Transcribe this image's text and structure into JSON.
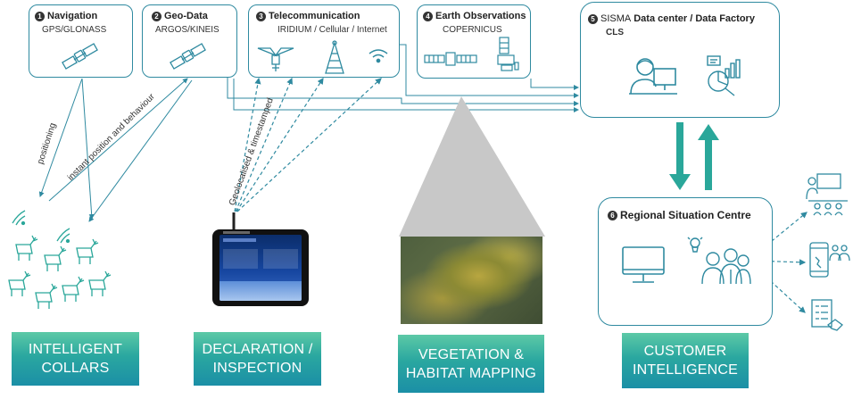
{
  "boxes": {
    "nav": {
      "num": "1",
      "title": "Navigation",
      "sub": "GPS/GLONASS"
    },
    "geo": {
      "num": "2",
      "title": "Geo-Data",
      "sub": "ARGOS/KINEIS"
    },
    "tele": {
      "num": "3",
      "title": "Telecommunication",
      "sub": "IRIDIUM / Cellular / Internet"
    },
    "eo": {
      "num": "4",
      "title": "Earth Observations",
      "sub": "COPERNICUS"
    },
    "dc": {
      "num": "5",
      "title_a": "SISMA ",
      "title_b": "Data center / Data Factory",
      "sub": "CLS"
    },
    "rsc": {
      "num": "6",
      "title": "Regional Situation Centre"
    }
  },
  "arrow_labels": {
    "positioning": "positioning",
    "instant": "instant position and behaviour",
    "geoloc": "Geolocalised  & timestamped"
  },
  "bottom_labels": {
    "collars": [
      "INTELLIGENT",
      "COLLARS"
    ],
    "declaration": [
      "DECLARATION /",
      "INSPECTION"
    ],
    "vegetation": [
      "VEGETATION &",
      "HABITAT MAPPING"
    ],
    "customer": [
      "CUSTOMER",
      "INTELLIGENCE"
    ]
  },
  "icons": {
    "nav_satellite": "satellite-icon",
    "geo_satellite": "satellite-icon",
    "tele_satellite": "iridium-satellite-icon",
    "tele_tower": "cell-tower-icon",
    "tele_wifi": "wifi-icon",
    "eo_satellite": "earth-observation-satellite-icon",
    "eo_sentinel": "sentinel-satellite-icon",
    "dc_operator": "operator-at-computer-icon",
    "dc_analytics": "data-analytics-icon",
    "rsc_monitor": "monitor-icon",
    "rsc_team": "team-icon",
    "out_meeting": "meeting-icon",
    "out_mobile": "mobile-alert-icon",
    "out_report": "report-handshake-icon",
    "collars_reindeer": "reindeer-herd-icon",
    "tablet": "rugged-tablet-icon",
    "map": "vegetation-map-image"
  },
  "colors": {
    "line": "#2f8aa0",
    "teal_arrow": "#2aa79a",
    "gradient_top": "#5cc9a6",
    "gradient_bottom": "#1b8fa6"
  }
}
